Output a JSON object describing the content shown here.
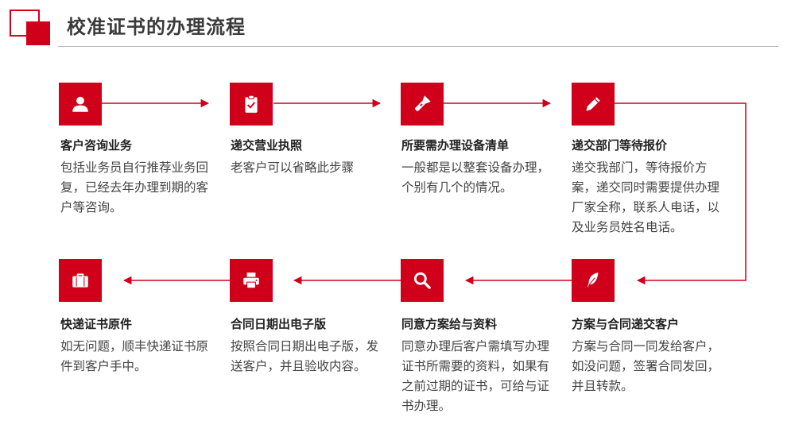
{
  "title": "校准证书的办理流程",
  "colors": {
    "accent": "#d0001b",
    "text": "#444444"
  },
  "steps": [
    {
      "icon": "user-icon",
      "title": "客户咨询业务",
      "desc": "包括业务员自行推荐业务回复，已经去年办理到期的客户等咨询。"
    },
    {
      "icon": "clipboard-icon",
      "title": "递交营业执照",
      "desc": "老客户可以省略此步骤"
    },
    {
      "icon": "flashlight-icon",
      "title": "所要需办理设备清单",
      "desc": "一般都是以整套设备办理，个别有几个的情况。"
    },
    {
      "icon": "pencil-icon",
      "title": "递交部门等待报价",
      "desc": "递交我部门，等待报价方案，递交同时需要提供办理厂家全称，联系人电话，以及业务员姓名电话。"
    },
    {
      "icon": "feather-icon",
      "title": "方案与合同递交客户",
      "desc": "方案与合同一同发给客户，如没问题，签署合同发回，并且转款。"
    },
    {
      "icon": "search-icon",
      "title": "同意方案给与资料",
      "desc": "同意办理后客户需填写办理证书所需要的资料，如果有之前过期的证书，可给与证书办理。"
    },
    {
      "icon": "printer-icon",
      "title": "合同日期出电子版",
      "desc": "按照合同日期出电子版，发送客户，并且验收内容。"
    },
    {
      "icon": "briefcase-icon",
      "title": "快递证书原件",
      "desc": "如无问题，顺丰快递证书原件到客户手中。"
    }
  ]
}
